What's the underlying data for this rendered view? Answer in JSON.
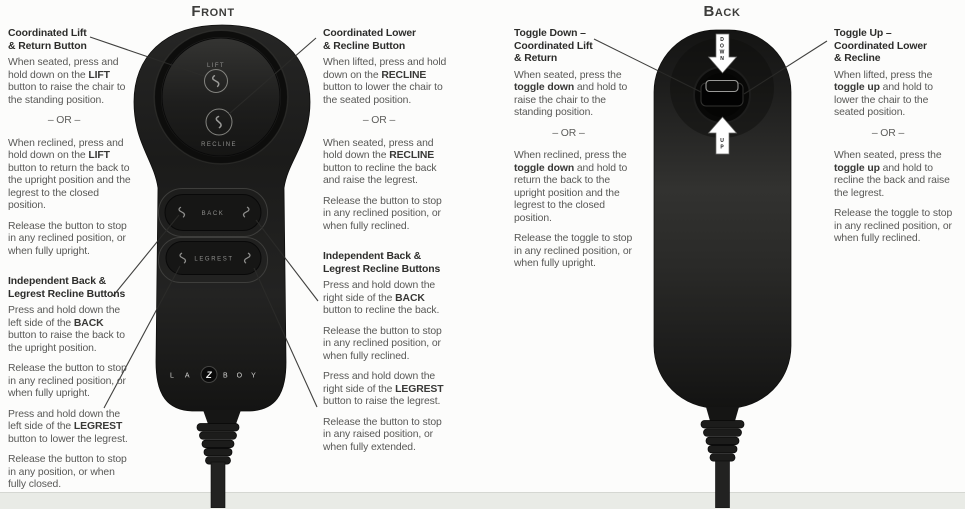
{
  "titles": {
    "front": "Front",
    "back": "Back"
  },
  "front_view": {
    "remote_labels": {
      "lift": "LIFT",
      "recline": "RECLINE",
      "back": "BACK",
      "legrest": "LEGREST",
      "brand_la": "LA",
      "brand_z": "Z",
      "brand_boy": "BOY"
    },
    "left_column": {
      "blocks": [
        {
          "type": "h",
          "runs": [
            {
              "t": "Coordinated Lift\n& Return Button"
            }
          ]
        },
        {
          "type": "p",
          "runs": [
            {
              "t": "When seated, press and hold down on the "
            },
            {
              "t": "LIFT",
              "b": true
            },
            {
              "t": " button to raise the chair to the standing position."
            }
          ]
        },
        {
          "type": "or",
          "runs": [
            {
              "t": "– OR –"
            }
          ]
        },
        {
          "type": "p",
          "runs": [
            {
              "t": "When reclined, press and hold down on the "
            },
            {
              "t": "LIFT",
              "b": true
            },
            {
              "t": " button to return the back to the upright position and the legrest to the closed position."
            }
          ]
        },
        {
          "type": "p",
          "runs": [
            {
              "t": "Release the button to stop in any reclined position, or when fully upright."
            }
          ]
        },
        {
          "type": "h",
          "runs": [
            {
              "t": "Independent Back &\nLegrest Recline Buttons"
            }
          ]
        },
        {
          "type": "p",
          "runs": [
            {
              "t": "Press and hold down the left side of the "
            },
            {
              "t": "BACK",
              "b": true
            },
            {
              "t": " button to raise the back to the upright position."
            }
          ]
        },
        {
          "type": "p",
          "runs": [
            {
              "t": "Release the button to stop in any reclined position, or when fully upright."
            }
          ]
        },
        {
          "type": "p",
          "runs": [
            {
              "t": "Press and hold down the left side of the "
            },
            {
              "t": "LEGREST",
              "b": true
            },
            {
              "t": " button to lower the legrest."
            }
          ]
        },
        {
          "type": "p",
          "runs": [
            {
              "t": "Release the button to stop in any position, or when fully closed."
            }
          ]
        }
      ]
    },
    "right_column": {
      "blocks": [
        {
          "type": "h",
          "runs": [
            {
              "t": "Coordinated Lower\n& Recline Button"
            }
          ]
        },
        {
          "type": "p",
          "runs": [
            {
              "t": "When lifted, press and hold down on the "
            },
            {
              "t": "RECLINE",
              "b": true
            },
            {
              "t": " button to lower the chair to the seated position."
            }
          ]
        },
        {
          "type": "or",
          "runs": [
            {
              "t": "– OR –"
            }
          ]
        },
        {
          "type": "p",
          "runs": [
            {
              "t": "When seated, press and hold down the "
            },
            {
              "t": "RECLINE",
              "b": true
            },
            {
              "t": " button to recline the back and raise the legrest."
            }
          ]
        },
        {
          "type": "p",
          "runs": [
            {
              "t": "Release the button to stop in any reclined position, or when fully reclined."
            }
          ]
        },
        {
          "type": "h",
          "runs": [
            {
              "t": "Independent Back &\nLegrest Recline Buttons"
            }
          ]
        },
        {
          "type": "p",
          "runs": [
            {
              "t": "Press and hold down the right side of the "
            },
            {
              "t": "BACK",
              "b": true
            },
            {
              "t": " button to recline the back."
            }
          ]
        },
        {
          "type": "p",
          "runs": [
            {
              "t": "Release the button to stop in any reclined position, or when fully reclined."
            }
          ]
        },
        {
          "type": "p",
          "runs": [
            {
              "t": "Press and hold down the right side of the "
            },
            {
              "t": "LEGREST",
              "b": true
            },
            {
              "t": " button to raise the legrest."
            }
          ]
        },
        {
          "type": "p",
          "runs": [
            {
              "t": "Release the button to stop in any raised position, or when fully extended."
            }
          ]
        }
      ]
    }
  },
  "back_view": {
    "remote_labels": {
      "down": "DOWN",
      "up": "UP"
    },
    "left_column": {
      "blocks": [
        {
          "type": "h",
          "runs": [
            {
              "t": "Toggle Down –\nCoordinated Lift\n& Return"
            }
          ]
        },
        {
          "type": "p",
          "runs": [
            {
              "t": "When seated, press the "
            },
            {
              "t": "toggle down",
              "b": true
            },
            {
              "t": " and hold to raise the chair to the standing position."
            }
          ]
        },
        {
          "type": "or",
          "runs": [
            {
              "t": "– OR –"
            }
          ]
        },
        {
          "type": "p",
          "runs": [
            {
              "t": "When reclined, press the "
            },
            {
              "t": "toggle down",
              "b": true
            },
            {
              "t": " and hold to return the back to the upright position and the legrest to the closed position."
            }
          ]
        },
        {
          "type": "p",
          "runs": [
            {
              "t": "Release the toggle to stop in any reclined position, or when fully upright."
            }
          ]
        }
      ]
    },
    "right_column": {
      "blocks": [
        {
          "type": "h",
          "runs": [
            {
              "t": "Toggle Up –\nCoordinated Lower\n& Recline"
            }
          ]
        },
        {
          "type": "p",
          "runs": [
            {
              "t": "When lifted, press the "
            },
            {
              "t": "toggle up",
              "b": true
            },
            {
              "t": " and hold to lower the chair to the seated position."
            }
          ]
        },
        {
          "type": "or",
          "runs": [
            {
              "t": "– OR –"
            }
          ]
        },
        {
          "type": "p",
          "runs": [
            {
              "t": "When seated, press the "
            },
            {
              "t": "toggle up",
              "b": true
            },
            {
              "t": " and hold to recline the back and raise the legrest."
            }
          ]
        },
        {
          "type": "p",
          "runs": [
            {
              "t": "Release the toggle to stop in any reclined position, or when fully reclined."
            }
          ]
        }
      ]
    }
  },
  "colors": {
    "remote_body": "#1d1d1c",
    "label_gray": "#8f8f8d",
    "annotation_text": "#585856",
    "page_band": "#e9ebe6"
  }
}
